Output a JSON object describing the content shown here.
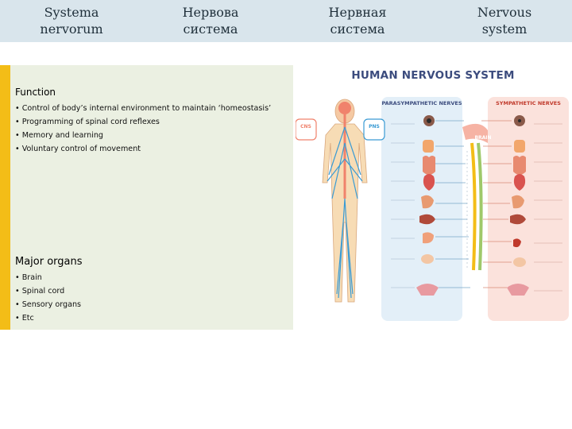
{
  "header": {
    "columns": [
      {
        "line1": "Systema",
        "line2": "nervorum"
      },
      {
        "line1": "Нервова",
        "line2": "система"
      },
      {
        "line1": "Нервная",
        "line2": "система"
      },
      {
        "line1": "Nervous",
        "line2": "system"
      }
    ]
  },
  "function_section": {
    "title": "Function",
    "items": [
      "Control of body’s internal environment to maintain ‘homeostasis’",
      "Programming of spinal cord reflexes",
      "Memory and learning",
      "Voluntary control of movement"
    ]
  },
  "organs_section": {
    "title": "Major organs",
    "items": [
      "Brain",
      "Spinal cord",
      "Sensory organs",
      "Etc"
    ]
  },
  "figure": {
    "title": "HUMAN NERVOUS SYSTEM",
    "parasympathetic_label": "PARASYMPATHETIC NERVES",
    "sympathetic_label": "SYMPATHETIC NERVES",
    "cns_label": "CNS",
    "pns_label": "PNS",
    "brain_label": "BRAIN",
    "colors": {
      "title": "#3c4c7e",
      "para_panel": "#e3eff8",
      "symp_panel": "#fbe2dc",
      "cns": "#f0826c",
      "pns": "#3a9bd4",
      "accent": "#f3bd17",
      "header_bar": "#d9e5ec",
      "text_panel": "#ebf0e2"
    }
  }
}
